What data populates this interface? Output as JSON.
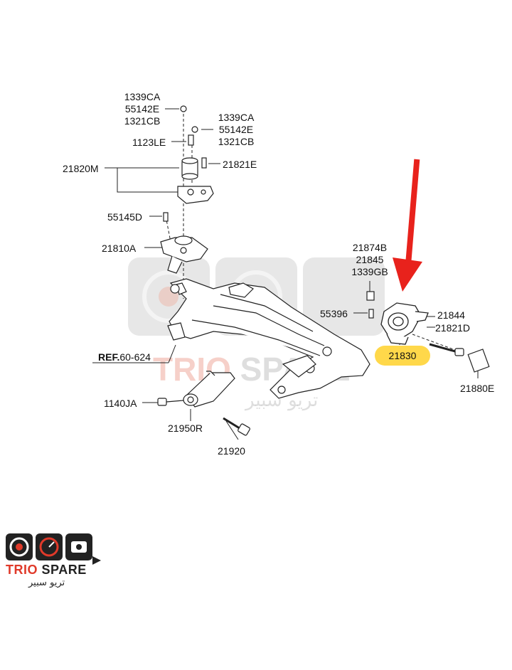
{
  "labels": {
    "l1339ca_a": "1339CA",
    "l55142e_a": "55142E",
    "l1321cb_a": "1321CB",
    "l1339ca_b": "1339CA",
    "l55142e_b": "55142E",
    "l1321cb_b": "1321CB",
    "l1123le": "1123LE",
    "l21820m": "21820M",
    "l21821e": "21821E",
    "l55145d": "55145D",
    "l21810a": "21810A",
    "l21874b": "21874B",
    "l21845": "21845",
    "l1339gb": "1339GB",
    "l55396": "55396",
    "l21844": "21844",
    "l21821d": "21821D",
    "l21830": "21830",
    "l21880e": "21880E",
    "l1140ja": "1140JA",
    "l21950r": "21950R",
    "l21920": "21920",
    "ref_bold": "REF.",
    "ref_num": "60-624"
  },
  "watermark": {
    "brand_left": "TRIO",
    "brand_right": "SPARE",
    "arabic": "تريو سبير"
  },
  "logo": {
    "name_left": "TRIO",
    "name_right": "SPARE",
    "arabic": "تريو سبير"
  },
  "colors": {
    "arrow": "#e8221c",
    "highlight": "#ffd84a",
    "brand_red": "#e03a2a"
  }
}
